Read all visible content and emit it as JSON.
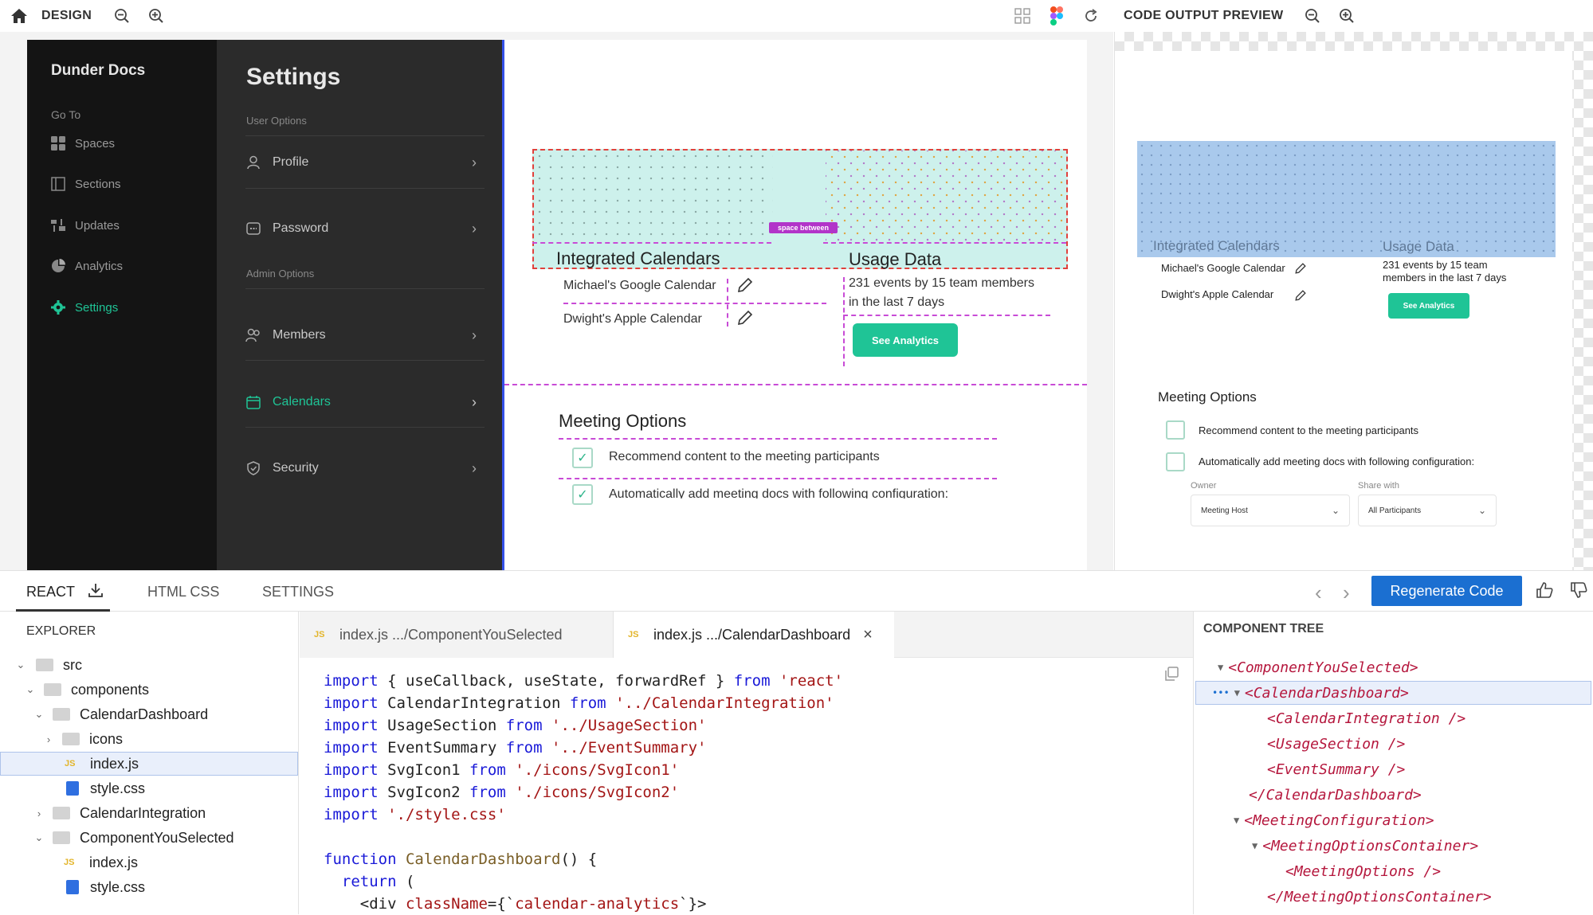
{
  "topbar": {
    "design_label": "DESIGN",
    "preview_label": "CODE OUTPUT PREVIEW"
  },
  "app": {
    "brand": "Dunder Docs",
    "goto_label": "Go To",
    "nav": [
      "Spaces",
      "Sections",
      "Updates",
      "Analytics",
      "Settings"
    ],
    "active_nav": "Settings",
    "settings_title": "Settings",
    "user_options_label": "User Options",
    "admin_options_label": "Admin Options",
    "user_rows": [
      "Profile",
      "Password"
    ],
    "admin_rows": [
      "Members",
      "Calendars",
      "Security"
    ],
    "active_row": "Calendars"
  },
  "canvas": {
    "integrated_title": "Integrated Calendars",
    "usage_title": "Usage Data",
    "calendar1": "Michael's Google Calendar",
    "calendar2": "Dwight's Apple Calendar",
    "usage_text_1": "231 events by 15 team members",
    "usage_text_2": "in the last 7 days",
    "see_analytics": "See Analytics",
    "space_between": "space between",
    "meeting_options_title": "Meeting Options",
    "option1": "Recommend content to the meeting participants",
    "option2": "Automatically add meeting docs with following configuration:"
  },
  "preview": {
    "integrated_title": "Integrated Calendars",
    "usage_title": "Usage Data",
    "calendar1": "Michael's Google Calendar",
    "calendar2": "Dwight's Apple Calendar",
    "usage_text_1": "231 events by 15 team",
    "usage_text_2": "members in the last 7 days",
    "see_analytics": "See Analytics",
    "meeting_options_title": "Meeting Options",
    "option1": "Recommend content to the meeting participants",
    "option2": "Automatically add meeting docs with following configuration:",
    "owner_label": "Owner",
    "owner_value": "Meeting Host",
    "share_label": "Share with",
    "share_value": "All Participants"
  },
  "bottom": {
    "tabs": [
      "REACT",
      "HTML CSS",
      "SETTINGS"
    ],
    "active_tab": "REACT",
    "regenerate": "Regenerate Code"
  },
  "explorer": {
    "title": "EXPLORER",
    "items": [
      "src",
      "components",
      "CalendarDashboard",
      "icons",
      "index.js",
      "style.css",
      "CalendarIntegration",
      "ComponentYouSelected",
      "index.js",
      "style.css"
    ]
  },
  "editor": {
    "tabs": [
      {
        "label": "index.js .../ComponentYouSelected"
      },
      {
        "label": "index.js .../CalendarDashboard"
      }
    ],
    "lines": [
      "import { useCallback, useState, forwardRef } from 'react'",
      "import CalendarIntegration from '../CalendarIntegration'",
      "import UsageSection from '../UsageSection'",
      "import EventSummary from '../EventSummary'",
      "import SvgIcon1 from './icons/SvgIcon1'",
      "import SvgIcon2 from './icons/SvgIcon2'",
      "import './style.css'",
      "",
      "function CalendarDashboard() {",
      "  return (",
      "    <div className={`calendar-analytics`}>"
    ]
  },
  "tree": {
    "title": "COMPONENT TREE",
    "rows": [
      "<ComponentYouSelected>",
      "<CalendarDashboard>",
      "<CalendarIntegration />",
      "<UsageSection />",
      "<EventSummary />",
      "</CalendarDashboard>",
      "<MeetingConfiguration>",
      "<MeetingOptionsContainer>",
      "<MeetingOptions />",
      "</MeetingOptionsContainer>"
    ]
  },
  "colors": {
    "accent_green": "#1fc496",
    "regenerate_blue": "#1b6fd1",
    "guide_magenta": "#c84bd6",
    "teal_bg": "#cdf1ec",
    "preview_blue": "#a9c9ec"
  }
}
